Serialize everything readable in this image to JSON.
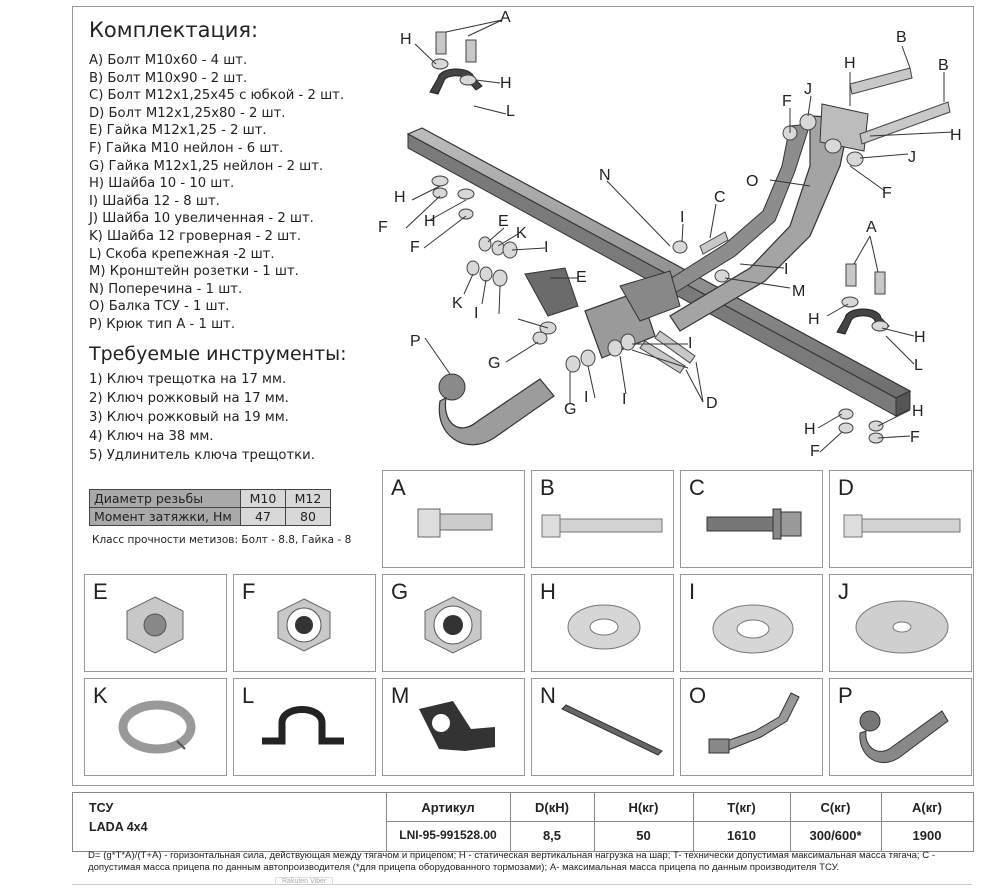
{
  "kit": {
    "title": "Комплектация:",
    "items": [
      "A) Болт М10х60 - 4 шт.",
      "B) Болт М10х90 - 2 шт.",
      "С) Болт М12х1,25х45 с юбкой - 2 шт.",
      "D) Болт М12х1,25х80 - 2 шт.",
      "E) Гайка М12х1,25 - 2 шт.",
      "F) Гайка М10 нейлон - 6 шт.",
      "G) Гайка М12х1,25 нейлон - 2 шт.",
      "H) Шайба 10 - 10 шт.",
      "I) Шайба 12 - 8 шт.",
      "J) Шайба 10 увеличенная - 2 шт.",
      "K) Шайба 12 гроверная - 2 шт.",
      "L) Скоба крепежная  -2 шт.",
      "M) Кронштейн розетки - 1 шт.",
      "N) Поперечина - 1 шт.",
      "O) Балка ТСУ - 1 шт.",
      "P) Крюк тип А - 1 шт."
    ]
  },
  "tools": {
    "title": "Требуемые инструменты:",
    "items": [
      "1) Ключ трещотка на 17 мм.",
      "2) Ключ рожковый на 17 мм.",
      "3) Ключ рожковый на 19 мм.",
      "4) Ключ на 38 мм.",
      "5) Удлинитель ключа трещотки."
    ]
  },
  "torque": {
    "header_label": "Диаметр резьбы",
    "col1": "М10",
    "col2": "М12",
    "row_label": "Момент затяжки, Нм",
    "val1": "47",
    "val2": "80",
    "note": "Класс прочности метизов: Болт - 8.8, Гайка - 8"
  },
  "diagram_labels": [
    "A",
    "H",
    "H",
    "L",
    "B",
    "B",
    "H",
    "F",
    "J",
    "H",
    "J",
    "F",
    "O",
    "N",
    "H",
    "F",
    "H",
    "F",
    "E",
    "K",
    "I",
    "C",
    "I",
    "I",
    "M",
    "E",
    "K",
    "I",
    "A",
    "H",
    "H",
    "L",
    "P",
    "G",
    "I",
    "G",
    "I",
    "I",
    "D",
    "H",
    "H",
    "F",
    "F"
  ],
  "parts": [
    {
      "letter": "A",
      "icon": "bolt-icon"
    },
    {
      "letter": "B",
      "icon": "long-bolt-icon"
    },
    {
      "letter": "C",
      "icon": "flange-bolt-icon"
    },
    {
      "letter": "D",
      "icon": "long-bolt-icon"
    },
    {
      "letter": "E",
      "icon": "hex-nut-icon"
    },
    {
      "letter": "F",
      "icon": "nylon-nut-icon"
    },
    {
      "letter": "G",
      "icon": "nylon-nut-icon"
    },
    {
      "letter": "H",
      "icon": "washer-icon"
    },
    {
      "letter": "I",
      "icon": "washer-icon"
    },
    {
      "letter": "J",
      "icon": "large-washer-icon"
    },
    {
      "letter": "K",
      "icon": "spring-washer-icon"
    },
    {
      "letter": "L",
      "icon": "clamp-bracket-icon"
    },
    {
      "letter": "M",
      "icon": "socket-bracket-icon"
    },
    {
      "letter": "N",
      "icon": "crossbar-icon"
    },
    {
      "letter": "O",
      "icon": "tow-beam-icon"
    },
    {
      "letter": "P",
      "icon": "tow-hook-icon"
    }
  ],
  "spec": {
    "name": "ТСУ",
    "model": "LADA 4x4",
    "headers": [
      "Артикул",
      "D(кН)",
      "Н(кг)",
      "Т(кг)",
      "С(кг)",
      "А(кг)"
    ],
    "values": [
      "LNI-95-991528.00",
      "8,5",
      "50",
      "1610",
      "300/600*",
      "1900"
    ]
  },
  "legend": "D= (g*T*A)/(T+A) - горизонтальная сила, действующая между тягачом и прицепом; H - статическая вертикальная нагрузка на шар; T- технически допустимая максимальная масса тягача; C - допустимая масса прицепа по данным автопроизводителя  (*для прицепа оборудованного тормозами); A- максимальная масса прицепа по данным производителя ТСУ.",
  "footer_tag": "Rakuten Viber"
}
